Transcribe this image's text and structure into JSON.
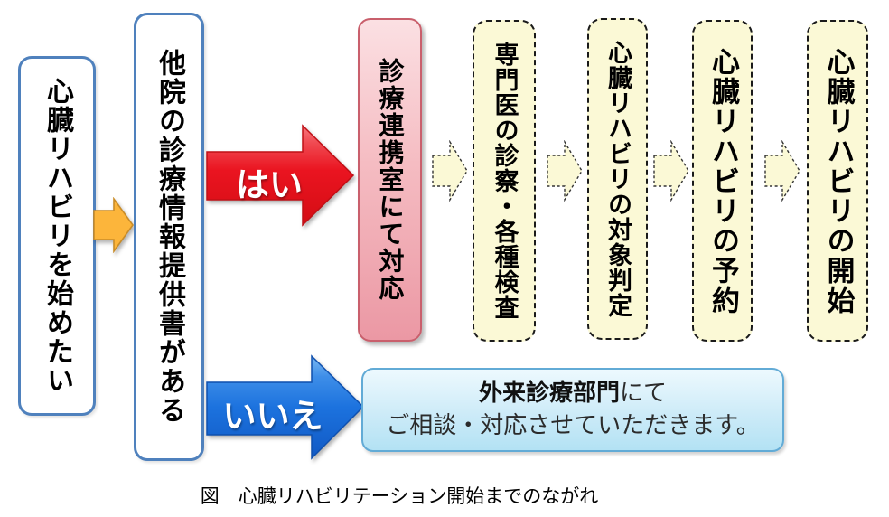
{
  "flow": {
    "caption": "図　心臓リハビリテーション開始までのながれ",
    "start_box": "心臓リハビリを始めたい",
    "condition_box": "他院の診療情報提供書がある",
    "yes_label": "はい",
    "no_label": "いいえ",
    "yes_result_box": "診療連携室にて対応",
    "steps": [
      "専門医の診察・各種検査",
      "心臓リハビリの対象判定",
      "心臓リハビリの予約",
      "心臓リハビリの開始"
    ],
    "no_result_box": {
      "emphasis": "外来診療部門",
      "suffix": "にて",
      "line2": "ご相談・対応させていただきます。"
    },
    "colors": {
      "box_border_blue": "#4F81BD",
      "arrow_orange": "#FCB53B",
      "arrow_red": "#EC1C24",
      "arrow_blue": "#1D6FDE",
      "pink_box_fill": "#F3AEB6",
      "pink_box_border": "#C95F6C",
      "yellow_box_fill": "#FBF9D6",
      "cyan_box_fill": "#C7E9F7",
      "cyan_box_border": "#62ABD6"
    }
  }
}
